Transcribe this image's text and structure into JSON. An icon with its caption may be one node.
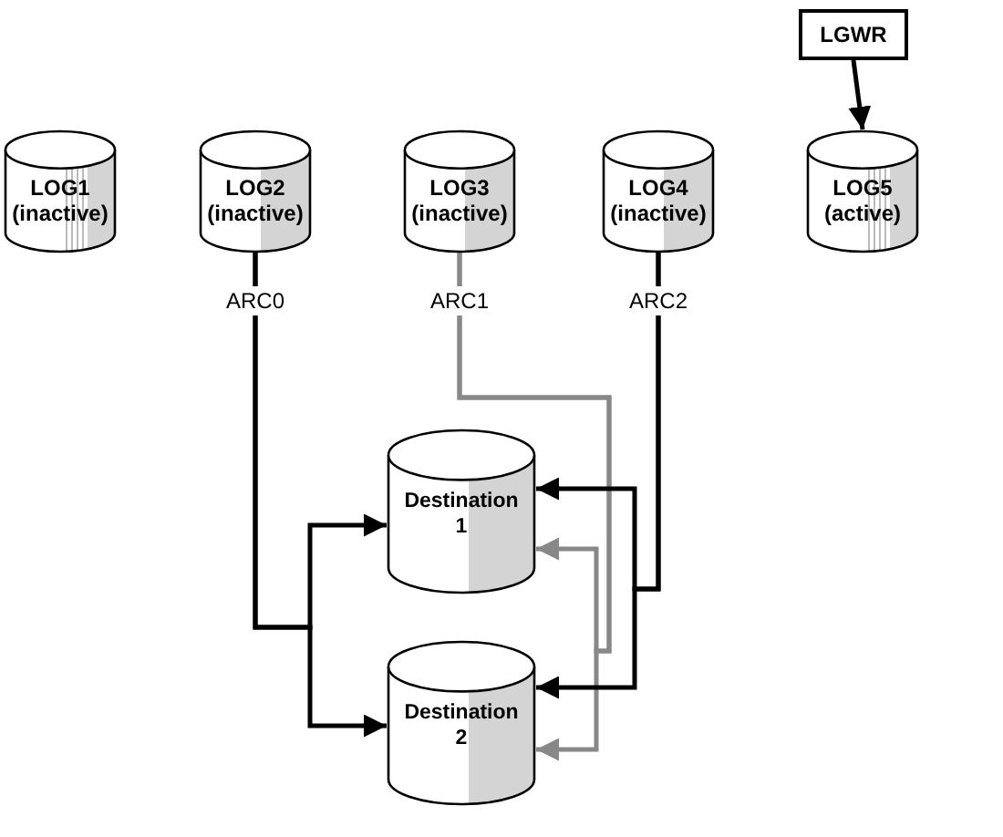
{
  "diagram": {
    "nodes": [
      {
        "text": [
          "LOG1 (inactive)"
        ]
      },
      {
        "text": [
          "LOG2 (inactive)"
        ]
      },
      {
        "text": [
          "LOG3 (inactive)"
        ]
      },
      {
        "text": [
          "LOG4 (inactive)"
        ]
      },
      {
        "text": [
          "LOG5 (active)"
        ]
      },
      {
        "text": [
          "LGWR"
        ]
      },
      {
        "text": [
          "Destination 1"
        ]
      },
      {
        "text": [
          "Destination 2"
        ]
      }
    ],
    "edges": [
      {
        "from": 5,
        "to": 4,
        "arrow": "to"
      },
      {
        "from": 1,
        "to": 6,
        "arrow": "to",
        "label": "ARC0"
      },
      {
        "from": 1,
        "to": 7,
        "arrow": "to"
      },
      {
        "from": 2,
        "to": 6,
        "arrow": "to",
        "label": "ARC1",
        "color": "#888888"
      },
      {
        "from": 2,
        "to": 7,
        "arrow": "to",
        "color": "#888888"
      },
      {
        "from": 3,
        "to": 6,
        "arrow": "to",
        "label": "ARC2"
      },
      {
        "from": 3,
        "to": 7,
        "arrow": "to"
      }
    ]
  }
}
